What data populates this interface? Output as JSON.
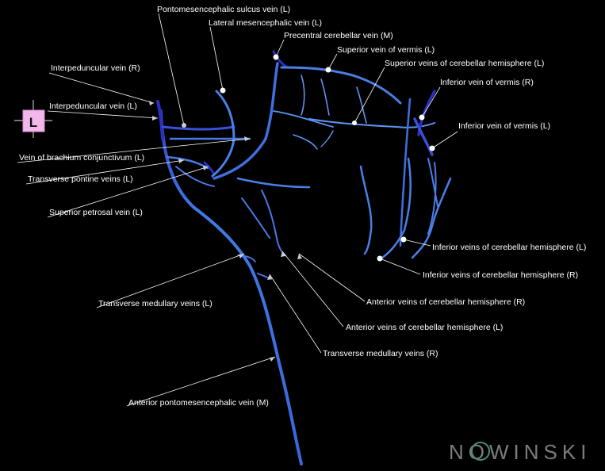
{
  "orientation": {
    "letter": "L"
  },
  "watermark": {
    "text": "NOWINSKI"
  },
  "colors": {
    "vein_dark": "#2a2fbf",
    "vein_mid": "#3d6fe0",
    "vein_light": "#5fa0ff",
    "label": "#ffffff",
    "background": "#000000"
  },
  "labels": [
    "Pontomesencephalic sulcus vein (L)",
    "Lateral mesencephalic vein (L)",
    "Precentral cerebellar vein (M)",
    "Superior vein of vermis (L)",
    "Superior veins of cerebellar hemisphere (L)",
    "Interpeduncular vein (R)",
    "Inferior vein of vermis (R)",
    "Interpeduncular vein (L)",
    "Inferior vein of vermis (L)",
    "Vein of brachium conjunctivum (L)",
    "Transverse pontine veins (L)",
    "Superior petrosal vein (L)",
    "Inferior veins of cerebellar hemisphere (L)",
    "Inferior veins of cerebellar hemisphere (R)",
    "Transverse medullary veins (L)",
    "Anterior veins of cerebellar hemisphere (R)",
    "Anterior veins of cerebellar hemisphere (L)",
    "Transverse medullary veins (R)",
    "Anterior pontomesencephalic vein (M)"
  ]
}
